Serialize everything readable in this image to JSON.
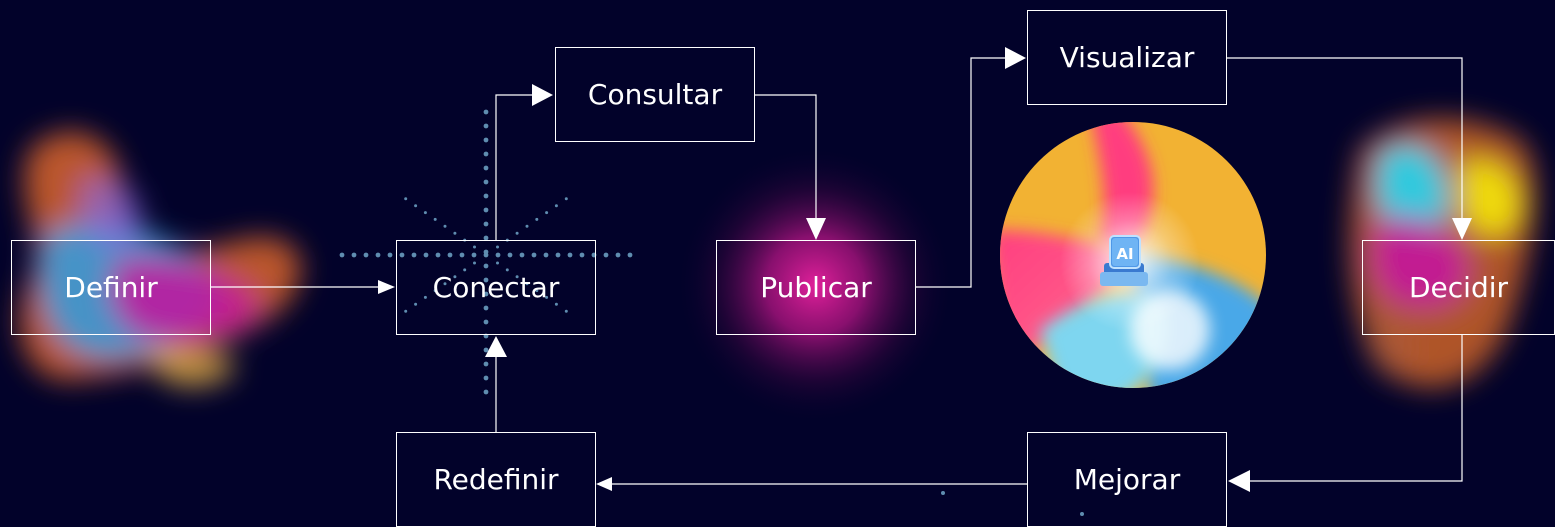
{
  "diagram": {
    "nodes": {
      "definir": "Definir",
      "conectar": "Conectar",
      "consultar": "Consultar",
      "publicar": "Publicar",
      "visualizar": "Visualizar",
      "decidir": "Decidir",
      "mejorar": "Mejorar",
      "redefinir": "Redefinir"
    },
    "ai_badge": "AI"
  },
  "colors": {
    "background": "#02022a",
    "line": "#ffffff",
    "orb_pink": "#ff3d7f",
    "orb_yellow": "#f2b233",
    "orb_blue": "#4aa8e8",
    "glow_magenta": "#d01a8c",
    "dot_blue": "#5f8db0"
  }
}
